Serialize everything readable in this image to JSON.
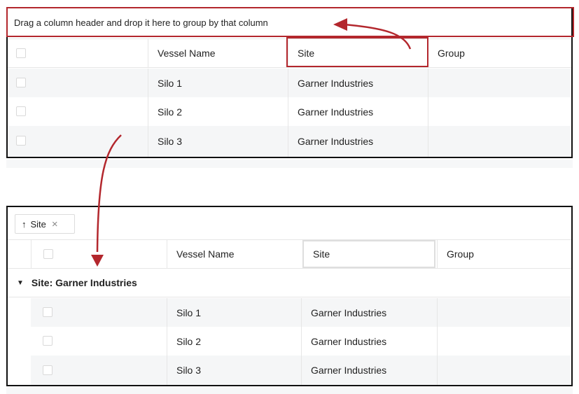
{
  "top": {
    "group_panel_hint": "Drag a column header and drop it here to group by that column",
    "columns": [
      "Vessel Name",
      "Site",
      "Group"
    ],
    "rows": [
      {
        "vessel": "Silo 1",
        "site": "Garner Industries",
        "group": ""
      },
      {
        "vessel": "Silo 2",
        "site": "Garner Industries",
        "group": ""
      },
      {
        "vessel": "Silo 3",
        "site": "Garner Industries",
        "group": ""
      }
    ]
  },
  "bottom": {
    "group_chip": {
      "arrow": "↑",
      "label": "Site",
      "remove": "×"
    },
    "columns": [
      "Vessel Name",
      "Site",
      "Group"
    ],
    "group_row": {
      "toggle": "▼",
      "label": "Site: Garner Industries"
    },
    "rows": [
      {
        "vessel": "Silo 1",
        "site": "Garner Industries",
        "group": ""
      },
      {
        "vessel": "Silo 2",
        "site": "Garner Industries",
        "group": ""
      },
      {
        "vessel": "Silo 3",
        "site": "Garner Industries",
        "group": ""
      }
    ]
  },
  "colors": {
    "annotation": "#b3272d",
    "border": "#111111",
    "stripe": "#f5f6f7"
  }
}
